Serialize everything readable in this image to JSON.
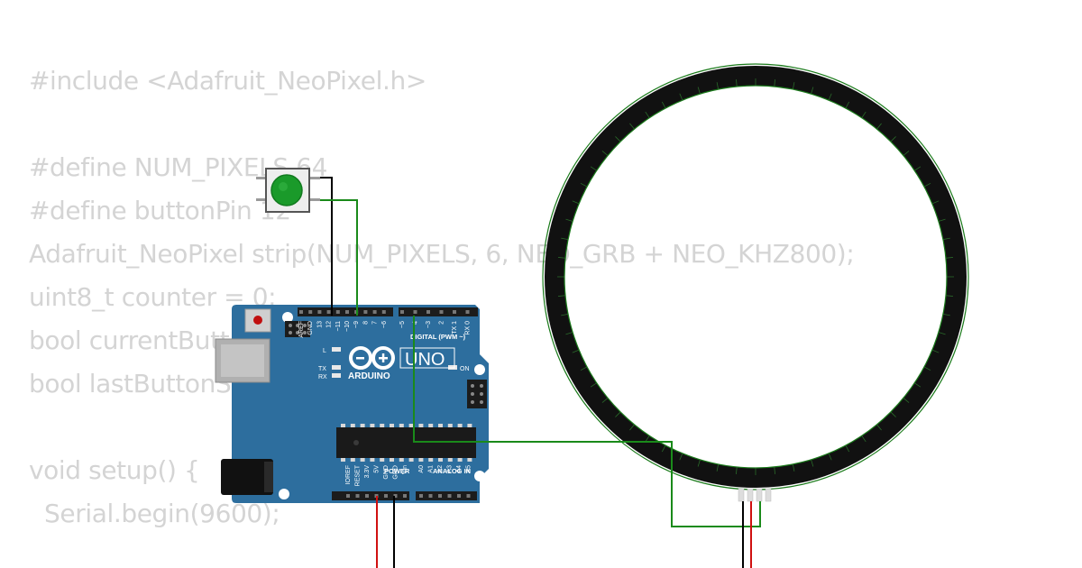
{
  "code_lines": [
    "#include <Adafruit_NeoPixel.h>",
    "",
    "#define NUM_PIXELS 64",
    "#define buttonPin 12",
    "Adafruit_NeoPixel strip(NUM_PIXELS, 6, NEO_GRB + NEO_KHZ800);",
    "uint8_t counter = 0;",
    "bool currentButtonState;",
    "bool lastButtonState;",
    "",
    "void setup() {",
    "  Serial.begin(9600);"
  ],
  "arduino": {
    "logo_text": "ARDUINO",
    "model": "UNO",
    "digital_label": "DIGITAL (PWM ~)",
    "power_label": "POWER",
    "analog_label": "ANALOG IN",
    "on_label": "ON",
    "l_label": "L",
    "tx_label": "TX",
    "rx_label": "RX",
    "top_pins": [
      "AREF",
      "GND",
      "13",
      "12",
      "~11",
      "~10",
      "~9",
      "8",
      "7",
      "~6",
      "~5",
      "4",
      "~3",
      "2",
      "TX 1",
      "RX 0"
    ],
    "bottom_pins": [
      "IOREF",
      "RESET",
      "3.3V",
      "5V",
      "GND",
      "GND",
      "Vin",
      "A0",
      "A1",
      "A2",
      "A3",
      "A4",
      "A5"
    ]
  },
  "components": {
    "button_color": "#1a9a2a",
    "ring_color": "#111111",
    "board_color": "#2d6e9e",
    "wire_green": "#1a8a1a",
    "wire_red": "#d01010",
    "wire_black": "#000000"
  }
}
